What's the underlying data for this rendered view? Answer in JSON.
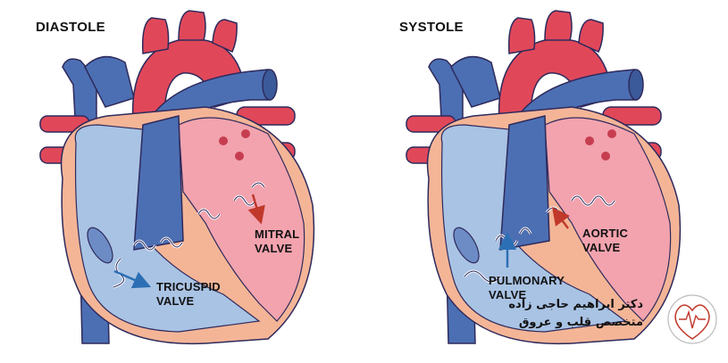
{
  "panels": [
    {
      "title": "DIASTOLE",
      "labels": [
        {
          "lines": [
            "MITRAL",
            "VALVE"
          ]
        },
        {
          "lines": [
            "TRICUSPID",
            "VALVE"
          ]
        }
      ]
    },
    {
      "title": "SYSTOLE",
      "labels": [
        {
          "lines": [
            "AORTIC",
            "VALVE"
          ]
        },
        {
          "lines": [
            "PULMONARY",
            "VALVE"
          ]
        }
      ]
    }
  ],
  "watermark": {
    "line1": "دکتر ابراهیم حاجی زاده",
    "line2": "متخصص قلب و عروق"
  },
  "colors": {
    "blue_vessel": "#4c6fb3",
    "blue_chamber": "#a9c3e4",
    "red_vessel": "#e0485a",
    "red_chamber": "#f2a3ae",
    "muscle": "#f4b597",
    "outline": "#2e2a5c",
    "arrow_blue": "#2c6fb4",
    "arrow_red": "#c0392b"
  }
}
